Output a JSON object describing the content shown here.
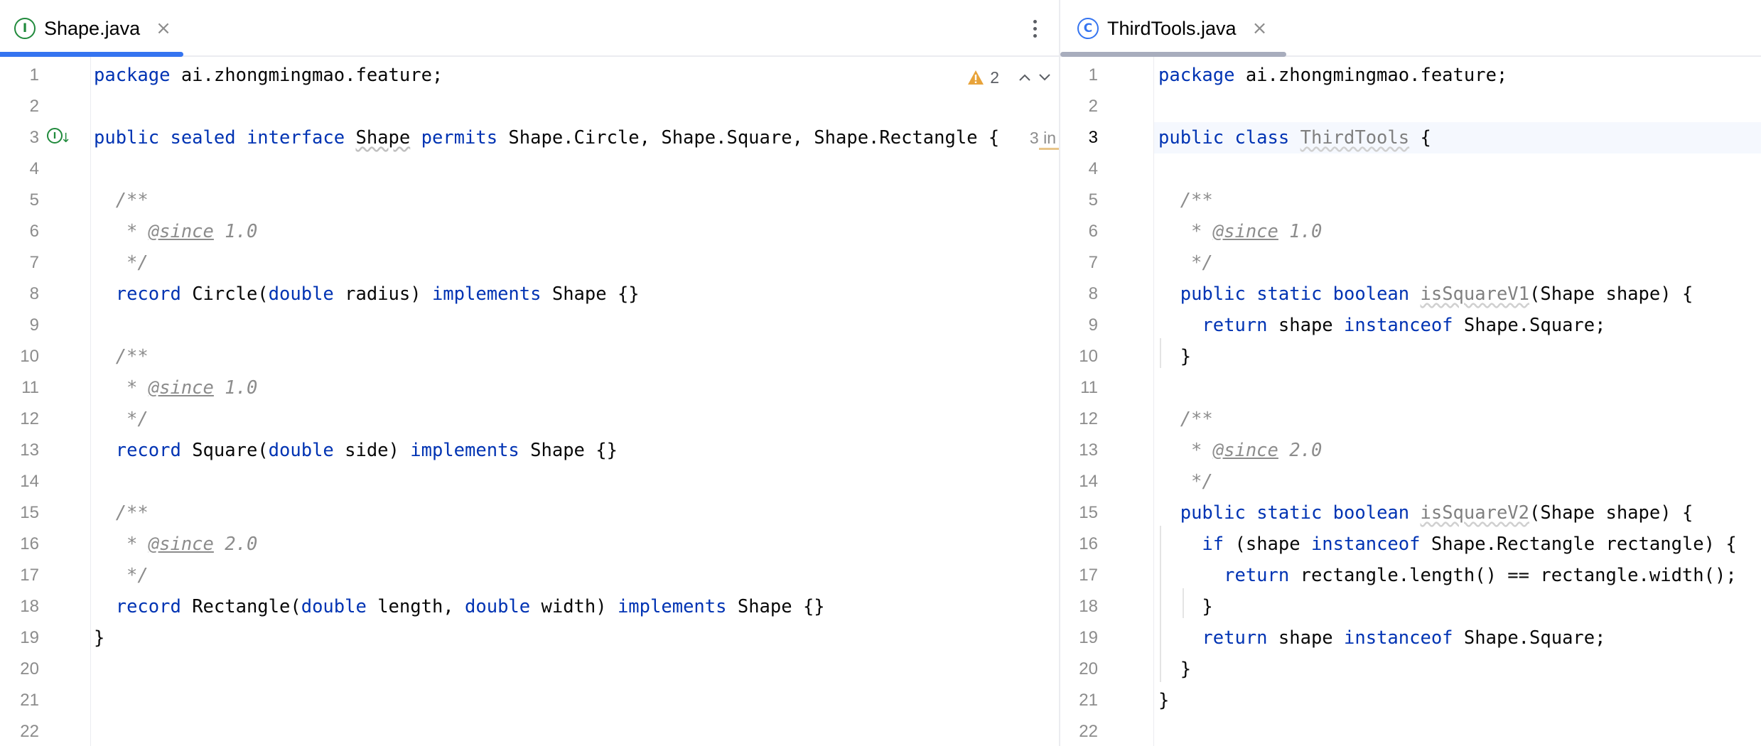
{
  "left_pane": {
    "tab": {
      "icon_letter": "I",
      "title": "Shape.java",
      "close_glyph": "×",
      "icon_color": "#208a3c",
      "underline_color": "#3574f0"
    },
    "inspection": {
      "warning_count": "2"
    },
    "inlay_hint": "3 in",
    "lines": [
      [
        {
          "t": "package ",
          "c": "kw"
        },
        {
          "t": "ai.zhongmingmao.feature;",
          "c": ""
        }
      ],
      [],
      [
        {
          "t": "public ",
          "c": "kw"
        },
        {
          "t": "sealed ",
          "c": "kw"
        },
        {
          "t": "interface ",
          "c": "kw"
        },
        {
          "t": "Shape",
          "c": "wavy"
        },
        {
          "t": " ",
          "c": ""
        },
        {
          "t": "permits ",
          "c": "kw"
        },
        {
          "t": "Shape.Circle, Shape.Square, Shape.Rectangle {",
          "c": ""
        }
      ],
      [],
      [
        {
          "t": "  /**",
          "c": "cmt"
        }
      ],
      [
        {
          "t": "   * ",
          "c": "cmt"
        },
        {
          "t": "@since",
          "c": "tag"
        },
        {
          "t": " 1.0",
          "c": "cmt"
        }
      ],
      [
        {
          "t": "   */",
          "c": "cmt"
        }
      ],
      [
        {
          "t": "  ",
          "c": ""
        },
        {
          "t": "record ",
          "c": "kw"
        },
        {
          "t": "Circle(",
          "c": ""
        },
        {
          "t": "double ",
          "c": "kw"
        },
        {
          "t": "radius) ",
          "c": ""
        },
        {
          "t": "implements ",
          "c": "kw"
        },
        {
          "t": "Shape {}",
          "c": ""
        }
      ],
      [],
      [
        {
          "t": "  /**",
          "c": "cmt"
        }
      ],
      [
        {
          "t": "   * ",
          "c": "cmt"
        },
        {
          "t": "@since",
          "c": "tag"
        },
        {
          "t": " 1.0",
          "c": "cmt"
        }
      ],
      [
        {
          "t": "   */",
          "c": "cmt"
        }
      ],
      [
        {
          "t": "  ",
          "c": ""
        },
        {
          "t": "record ",
          "c": "kw"
        },
        {
          "t": "Square(",
          "c": ""
        },
        {
          "t": "double ",
          "c": "kw"
        },
        {
          "t": "side) ",
          "c": ""
        },
        {
          "t": "implements ",
          "c": "kw"
        },
        {
          "t": "Shape {}",
          "c": ""
        }
      ],
      [],
      [
        {
          "t": "  /**",
          "c": "cmt"
        }
      ],
      [
        {
          "t": "   * ",
          "c": "cmt"
        },
        {
          "t": "@since",
          "c": "tag"
        },
        {
          "t": " 2.0",
          "c": "cmt"
        }
      ],
      [
        {
          "t": "   */",
          "c": "cmt"
        }
      ],
      [
        {
          "t": "  ",
          "c": ""
        },
        {
          "t": "record ",
          "c": "kw"
        },
        {
          "t": "Rectangle(",
          "c": ""
        },
        {
          "t": "double ",
          "c": "kw"
        },
        {
          "t": "length, ",
          "c": ""
        },
        {
          "t": "double ",
          "c": "kw"
        },
        {
          "t": "width) ",
          "c": ""
        },
        {
          "t": "implements ",
          "c": "kw"
        },
        {
          "t": "Shape {}",
          "c": ""
        }
      ],
      [
        {
          "t": "}",
          "c": ""
        }
      ],
      [],
      [],
      []
    ]
  },
  "right_pane": {
    "tab": {
      "icon_letter": "C",
      "title": "ThirdTools.java",
      "close_glyph": "×",
      "icon_color": "#3574f0",
      "underline_color": "#a8adbd"
    },
    "current_line": 3,
    "lines": [
      [
        {
          "t": "package ",
          "c": "kw"
        },
        {
          "t": "ai.zhongmingmao.feature;",
          "c": ""
        }
      ],
      [],
      [
        {
          "t": "public ",
          "c": "kw"
        },
        {
          "t": "class ",
          "c": "kw"
        },
        {
          "t": "ThirdTools",
          "c": "unused"
        },
        {
          "t": " {",
          "c": ""
        }
      ],
      [],
      [
        {
          "t": "  /**",
          "c": "cmt"
        }
      ],
      [
        {
          "t": "   * ",
          "c": "cmt"
        },
        {
          "t": "@since",
          "c": "tag"
        },
        {
          "t": " 1.0",
          "c": "cmt"
        }
      ],
      [
        {
          "t": "   */",
          "c": "cmt"
        }
      ],
      [
        {
          "t": "  ",
          "c": ""
        },
        {
          "t": "public ",
          "c": "kw"
        },
        {
          "t": "static ",
          "c": "kw"
        },
        {
          "t": "boolean ",
          "c": "kw"
        },
        {
          "t": "isSquareV1",
          "c": "unused"
        },
        {
          "t": "(Shape shape) {",
          "c": ""
        }
      ],
      [
        {
          "t": "    ",
          "c": ""
        },
        {
          "t": "return ",
          "c": "kw"
        },
        {
          "t": "shape ",
          "c": ""
        },
        {
          "t": "instanceof ",
          "c": "kw"
        },
        {
          "t": "Shape.Square;",
          "c": ""
        }
      ],
      [
        {
          "t": "  }",
          "c": ""
        }
      ],
      [],
      [
        {
          "t": "  /**",
          "c": "cmt"
        }
      ],
      [
        {
          "t": "   * ",
          "c": "cmt"
        },
        {
          "t": "@since",
          "c": "tag"
        },
        {
          "t": " 2.0",
          "c": "cmt"
        }
      ],
      [
        {
          "t": "   */",
          "c": "cmt"
        }
      ],
      [
        {
          "t": "  ",
          "c": ""
        },
        {
          "t": "public ",
          "c": "kw"
        },
        {
          "t": "static ",
          "c": "kw"
        },
        {
          "t": "boolean ",
          "c": "kw"
        },
        {
          "t": "isSquareV2",
          "c": "unused"
        },
        {
          "t": "(Shape shape) {",
          "c": ""
        }
      ],
      [
        {
          "t": "    ",
          "c": ""
        },
        {
          "t": "if ",
          "c": "kw"
        },
        {
          "t": "(shape ",
          "c": ""
        },
        {
          "t": "instanceof ",
          "c": "kw"
        },
        {
          "t": "Shape.Rectangle rectangle) {",
          "c": ""
        }
      ],
      [
        {
          "t": "      ",
          "c": ""
        },
        {
          "t": "return ",
          "c": "kw"
        },
        {
          "t": "rectangle.length() == rectangle.width();",
          "c": ""
        }
      ],
      [
        {
          "t": "    }",
          "c": ""
        }
      ],
      [
        {
          "t": "    ",
          "c": ""
        },
        {
          "t": "return ",
          "c": "kw"
        },
        {
          "t": "shape ",
          "c": ""
        },
        {
          "t": "instanceof ",
          "c": "kw"
        },
        {
          "t": "Shape.Square;",
          "c": ""
        }
      ],
      [
        {
          "t": "  }",
          "c": ""
        }
      ],
      [
        {
          "t": "}",
          "c": ""
        }
      ],
      []
    ]
  }
}
